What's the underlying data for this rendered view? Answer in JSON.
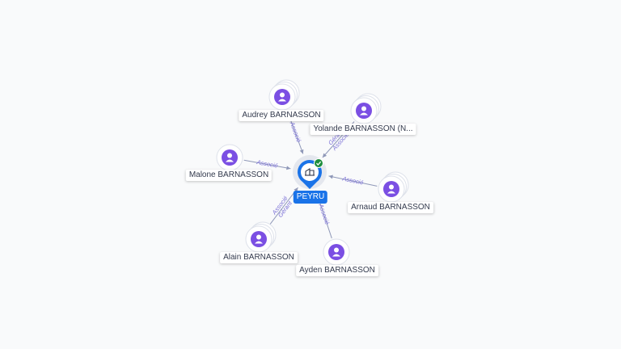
{
  "graph": {
    "center": {
      "label": "PEYRU",
      "icon": "building-icon",
      "badge": "check-badge-icon",
      "color": "#1a73e8"
    },
    "person_color": "#7b4fe3",
    "edge_color": "#8f98b8",
    "edge_label_color": "#7a6fd6",
    "nodes": [
      {
        "name": "Audrey BARNASSON",
        "stacked": true,
        "edge_labels": [
          "Associé"
        ]
      },
      {
        "name": "Yolande BARNASSON (N...",
        "stacked": true,
        "edge_labels": [
          "Gérant",
          "Associé"
        ]
      },
      {
        "name": "Malone BARNASSON",
        "stacked": false,
        "edge_labels": [
          "Associé"
        ]
      },
      {
        "name": "Arnaud BARNASSON",
        "stacked": true,
        "edge_labels": [
          "Associé"
        ]
      },
      {
        "name": "Alain BARNASSON",
        "stacked": true,
        "edge_labels": [
          "Gérant",
          "Associé"
        ]
      },
      {
        "name": "Ayden BARNASSON",
        "stacked": false,
        "edge_labels": [
          "Associé"
        ]
      }
    ]
  }
}
